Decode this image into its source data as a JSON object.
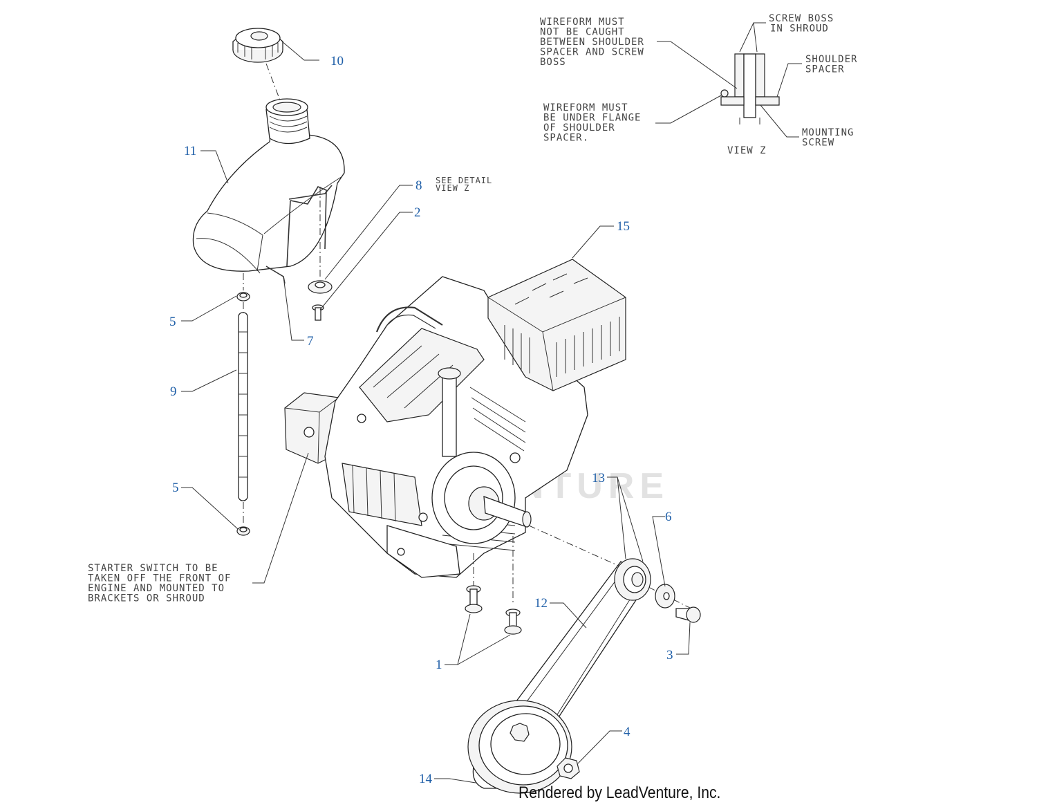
{
  "callouts": {
    "c1": "1",
    "c2": "2",
    "c3": "3",
    "c4": "4",
    "c5a": "5",
    "c5b": "5",
    "c6": "6",
    "c7": "7",
    "c8": "8",
    "c9": "9",
    "c10": "10",
    "c11": "11",
    "c12": "12",
    "c13": "13",
    "c14": "14",
    "c15": "15"
  },
  "notes": {
    "see_detail": [
      "SEE DETAIL",
      "VIEW Z"
    ],
    "wireform_caught": [
      "WIREFORM MUST",
      "NOT BE CAUGHT",
      "BETWEEN SHOULDER",
      "SPACER AND SCREW",
      "BOSS"
    ],
    "wireform_under": [
      "WIREFORM MUST",
      "BE UNDER FLANGE",
      "OF SHOULDER",
      "SPACER."
    ],
    "screw_boss": [
      "SCREW BOSS",
      "IN SHROUD"
    ],
    "shoulder_spacer": [
      "SHOULDER",
      "SPACER"
    ],
    "mounting_screw": [
      "MOUNTING",
      "SCREW"
    ],
    "view_z": "VIEW Z",
    "starter_switch": [
      "STARTER SWITCH TO BE",
      "TAKEN OFF THE FRONT OF",
      "ENGINE AND MOUNTED TO",
      "BRACKETS OR SHROUD"
    ]
  },
  "watermark": "LEADVENTURE",
  "footer": "Rendered by LeadVenture, Inc.",
  "colors": {
    "callout": "#1f5fa8",
    "linework": "#222222",
    "note_text": "#444444"
  }
}
